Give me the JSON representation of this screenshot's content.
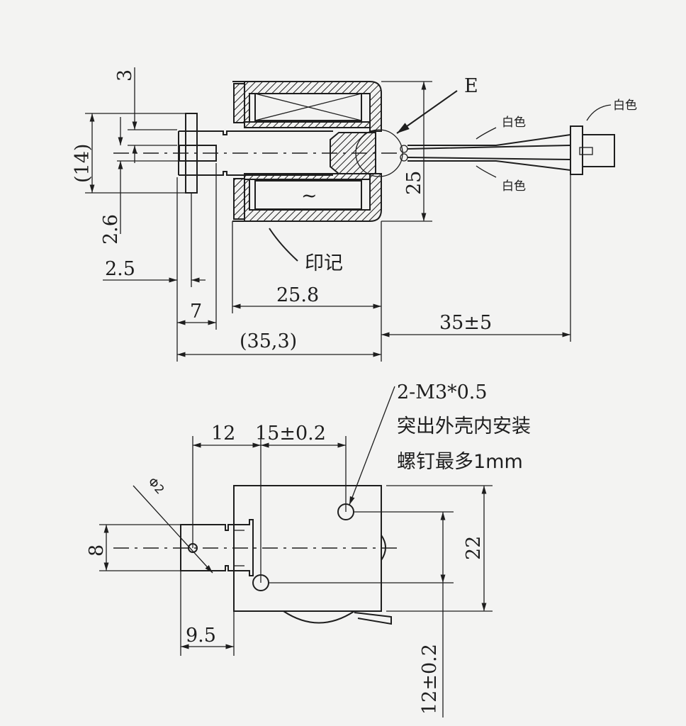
{
  "top_view": {
    "dim_3": "3",
    "dim_14": "(14)",
    "dim_2_6": "2.6",
    "dim_2_5": "2.5",
    "dim_7": "7",
    "dim_25_8": "25.8",
    "dim_35_3": "(35,3)",
    "dim_35_5": "35±5",
    "dim_25": "25",
    "label_e": "E",
    "label_mark": "印记",
    "coil_symbol": "~",
    "wire_color_top": "白色",
    "wire_color_bottom": "白色",
    "wire_color_connector": "白色"
  },
  "bottom_view": {
    "dim_12": "12",
    "dim_15": "15±0.2",
    "dim_8": "8",
    "dim_phi2": "Φ2",
    "dim_9_5": "9.5",
    "dim_22": "22",
    "dim_12_02": "12±0.2",
    "note_line1": "2-M3*0.5",
    "note_line2": "突出外壳内安装",
    "note_line3": "螺钉最多1mm"
  }
}
